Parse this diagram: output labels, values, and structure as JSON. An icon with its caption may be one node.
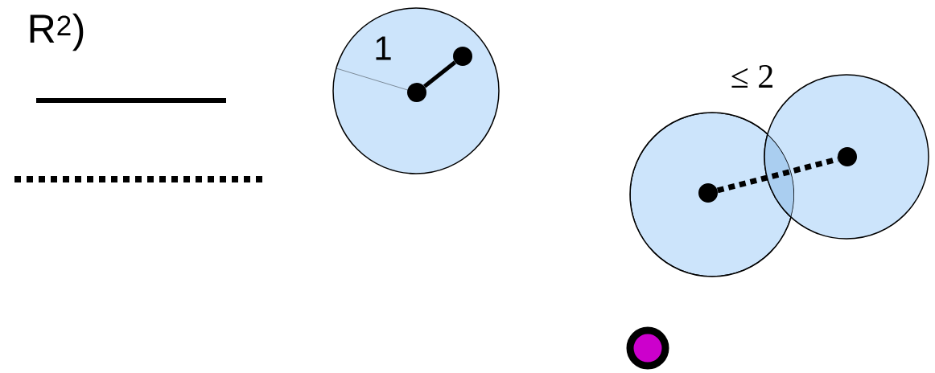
{
  "diagram": {
    "nodes": [
      {
        "text": [],
        "shape": "circle"
      },
      {
        "text": [],
        "shape": "dot",
        "in": 0
      },
      {
        "text": [],
        "shape": "dot",
        "in": 0
      },
      {
        "text": [],
        "shape": "circle"
      },
      {
        "text": [],
        "shape": "circle"
      },
      {
        "text": [],
        "shape": "dot",
        "in": 3
      },
      {
        "text": [],
        "shape": "dot",
        "in": 4
      },
      {
        "text": [],
        "shape": "dot"
      }
    ],
    "edges": [
      {
        "from": 1,
        "to": 2,
        "arrow": "none"
      },
      {
        "from": 5,
        "to": 6,
        "arrow": "none",
        "style": "dashed"
      }
    ],
    "labels": [
      "R$^{2}$)",
      "1",
      "≤ 2"
    ]
  }
}
